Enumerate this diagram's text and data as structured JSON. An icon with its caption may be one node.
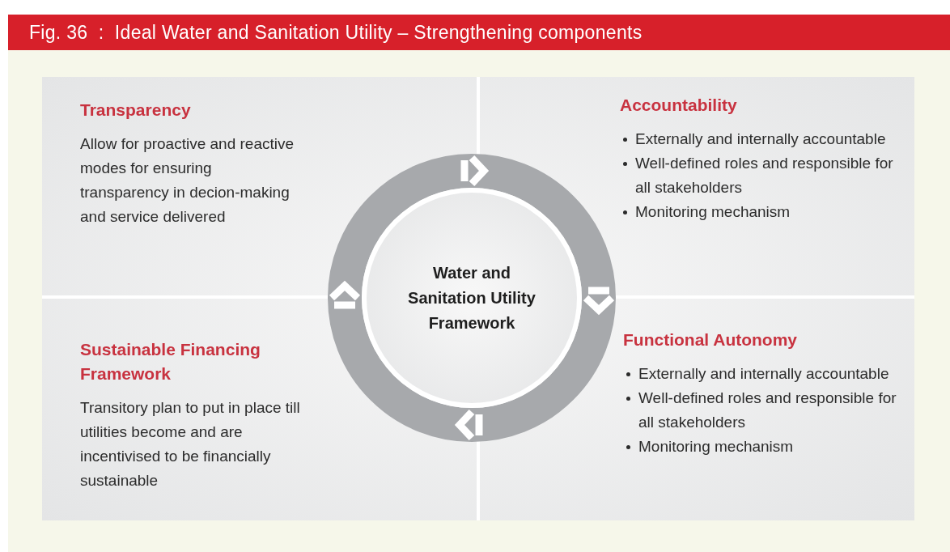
{
  "diagram": {
    "title": "Fig. 36  :  Ideal Water and Sanitation Utility – Strengthening components",
    "nodes": [
      {
        "text": [
          "Transparency",
          "Allow for proactive and reactive modes for ensuring transparency in decion-making and service delivered"
        ]
      },
      {
        "text": [
          "Accountability",
          "Externally and internally accountable",
          "Well-defined roles and responsible for all stakeholders",
          "Monitoring mechanism"
        ]
      },
      {
        "text": [
          "Sustainable Financing Framework",
          "Transitory plan to put in place till utilities become and are incentivised to be financially sustainable"
        ]
      },
      {
        "text": [
          "Functional Autonomy",
          "Externally and internally accountable",
          "Well-defined roles and responsible for all stakeholders",
          "Monitoring mechanism"
        ]
      },
      {
        "text": [
          "Water and Sanitation Utility Framework"
        ]
      }
    ]
  }
}
